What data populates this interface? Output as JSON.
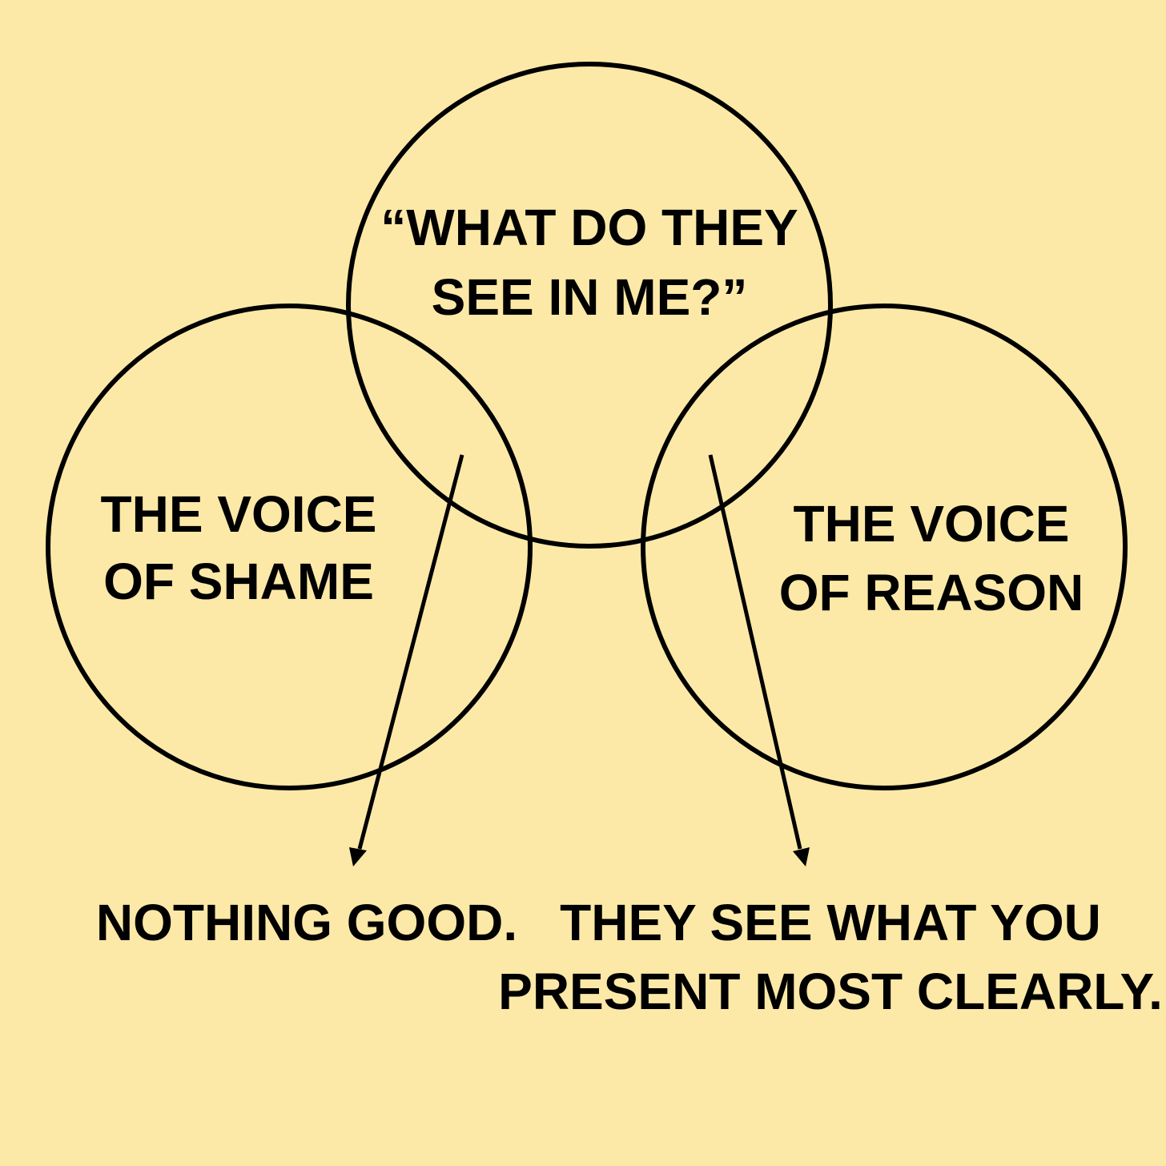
{
  "colors": {
    "background": "#fde9a7",
    "ink": "#000000"
  },
  "top_circle": {
    "line1": "“WHAT DO THEY",
    "line2": "SEE IN ME?”"
  },
  "left_circle": {
    "line1": "THE VOICE",
    "line2": "OF SHAME"
  },
  "right_circle": {
    "line1": "THE VOICE",
    "line2": "OF REASON"
  },
  "left_answer": {
    "line1": "NOTHING GOOD."
  },
  "right_answer": {
    "line1": "THEY SEE WHAT YOU",
    "line2": "PRESENT MOST CLEARLY."
  }
}
